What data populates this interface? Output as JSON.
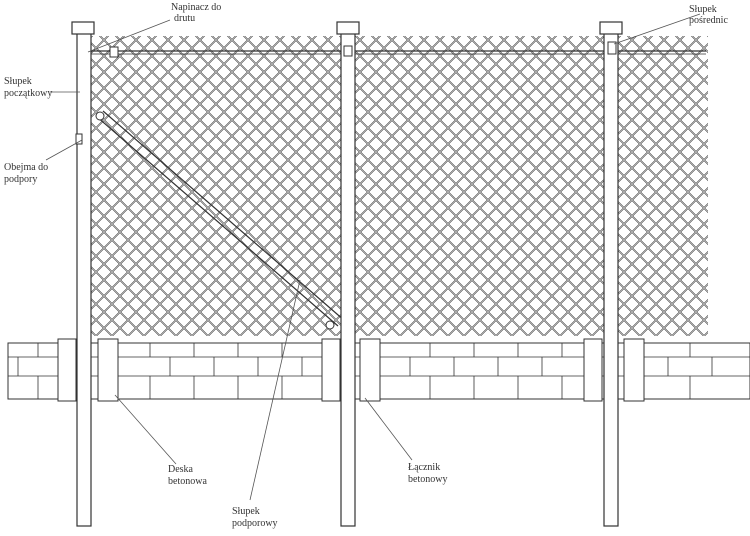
{
  "labels": {
    "napinacz": [
      "Napinacz do",
      "drutu"
    ],
    "slupek_poczatkowy": [
      "Słupek",
      "początkowy"
    ],
    "obejma": [
      "Obejma do",
      "podpory"
    ],
    "slupek_posrednic": [
      "Słupek",
      "pośrednic"
    ],
    "deska": [
      "Deska",
      "betonowa"
    ],
    "slupek_podporowy": [
      "Słupek",
      "podporowy"
    ],
    "lacznik": [
      "Łącznik",
      "betonowy"
    ]
  },
  "colors": {
    "line": "#333333",
    "mesh": "#555555",
    "background": "#ffffff"
  }
}
